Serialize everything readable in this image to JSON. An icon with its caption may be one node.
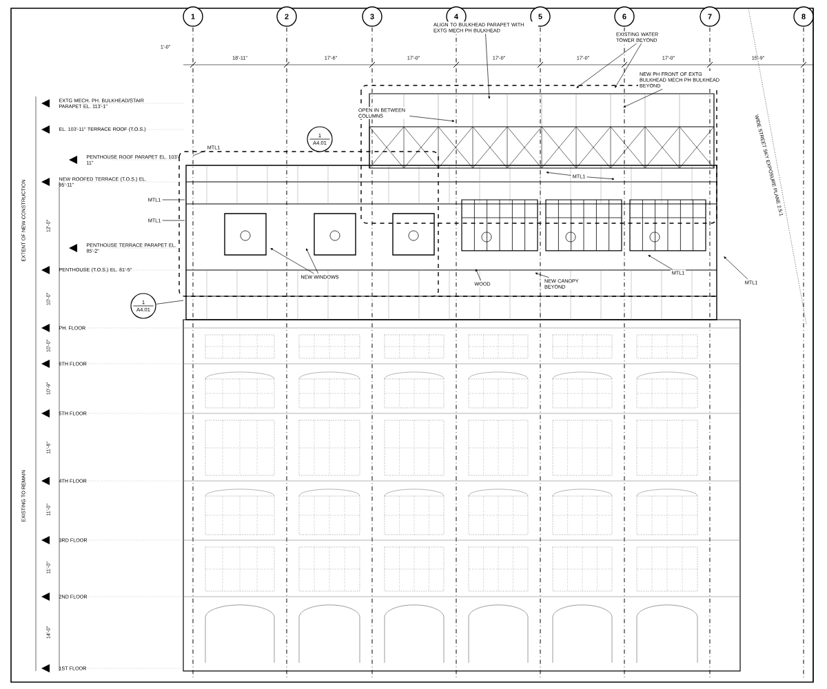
{
  "diagram": {
    "nodes": [
      {
        "text": [
          "1"
        ]
      },
      {
        "text": [
          "2"
        ]
      },
      {
        "text": [
          "3"
        ]
      },
      {
        "text": [
          "4"
        ]
      },
      {
        "text": [
          "5"
        ]
      },
      {
        "text": [
          "6"
        ]
      },
      {
        "text": [
          "7"
        ]
      },
      {
        "text": [
          "8"
        ]
      },
      {
        "text": [
          "1",
          "A4.01"
        ]
      },
      {
        "text": [
          "1",
          "A4.01"
        ]
      },
      {
        "text": [
          "ALIGN TO BULKHEAD PARAPET WITH EXTG MECH PH BULKHEAD"
        ]
      },
      {
        "text": [
          "EXISTING WATER TOWER BEYOND"
        ]
      },
      {
        "text": [
          "NEW PH FRONT OF EXTG BULKHEAD MECH PH BULKHEAD BEYOND"
        ]
      },
      {
        "text": [
          "OPEN IN BETWEEN COLUMNS"
        ]
      },
      {
        "text": [
          "MTL1"
        ]
      },
      {
        "text": [
          "MTL1"
        ]
      },
      {
        "text": [
          "MTL1"
        ]
      },
      {
        "text": [
          "NEW WINDOWS"
        ]
      },
      {
        "text": [
          "MTL1"
        ]
      },
      {
        "text": [
          "MTL1"
        ]
      },
      {
        "text": [
          "WOOD"
        ]
      },
      {
        "text": [
          "NEW CANOPY BEYOND"
        ]
      },
      {
        "text": [
          "MTL1"
        ]
      }
    ],
    "edges": [
      {
        "from": 10,
        "to": null,
        "arrow": "to"
      },
      {
        "from": 11,
        "to": null,
        "arrow": "to"
      },
      {
        "from": 11,
        "to": null,
        "arrow": "to"
      },
      {
        "from": 12,
        "to": null,
        "arrow": "to"
      },
      {
        "from": 13,
        "to": null,
        "arrow": "to"
      },
      {
        "from": 14,
        "to": null,
        "arrow": "none"
      },
      {
        "from": 15,
        "to": null,
        "arrow": "none"
      },
      {
        "from": 16,
        "to": null,
        "arrow": "none"
      },
      {
        "from": 17,
        "to": null,
        "arrow": "to"
      },
      {
        "from": 17,
        "to": null,
        "arrow": "to"
      },
      {
        "from": 18,
        "to": null,
        "arrow": "to"
      },
      {
        "from": 18,
        "to": null,
        "arrow": "to"
      },
      {
        "from": 19,
        "to": null,
        "arrow": "to"
      },
      {
        "from": 20,
        "to": null,
        "arrow": "to"
      },
      {
        "from": 21,
        "to": null,
        "arrow": "to"
      },
      {
        "from": 22,
        "to": null,
        "arrow": "to"
      },
      {
        "from": 9,
        "to": null,
        "arrow": "none"
      }
    ],
    "labels": [
      "1'-0\"",
      "18'-11\"",
      "17'-6\"",
      "17'-0\"",
      "17'-0\"",
      "17'-0\"",
      "17'-0\"",
      "15'-9\"",
      "EXTG MECH. PH. BULKHEAD/STAIR PARAPET EL. 113'-1\"",
      "EL. 103'-11\" TERRACE ROOF (T.O.S.)",
      "PENTHOUSE ROOF PARAPET EL. 103'-11\"",
      "NEW ROOFED TERRACE (T.O.S.) EL. 95'-11\"",
      "PENTHOUSE TERRACE PARAPET EL. 85'-2\"",
      "PENTHOUSE (T.O.S.) EL. 81'-5\"",
      "PH. FLOOR",
      "6TH FLOOR",
      "5TH FLOOR",
      "4TH FLOOR",
      "3RD FLOOR",
      "2ND FLOOR",
      "1ST FLOOR",
      "EXTENT OF NEW CONSTRUCTION",
      "EXISTING TO REMAIN",
      "12'-0\"",
      "10'-0\"",
      "10'-0\"",
      "10'-9\"",
      "11'-6\"",
      "11'-0\"",
      "11'-0\"",
      "14'-0\"",
      "WIDE STREET SKY EXPOSURE PLANE 2.5:1"
    ]
  }
}
